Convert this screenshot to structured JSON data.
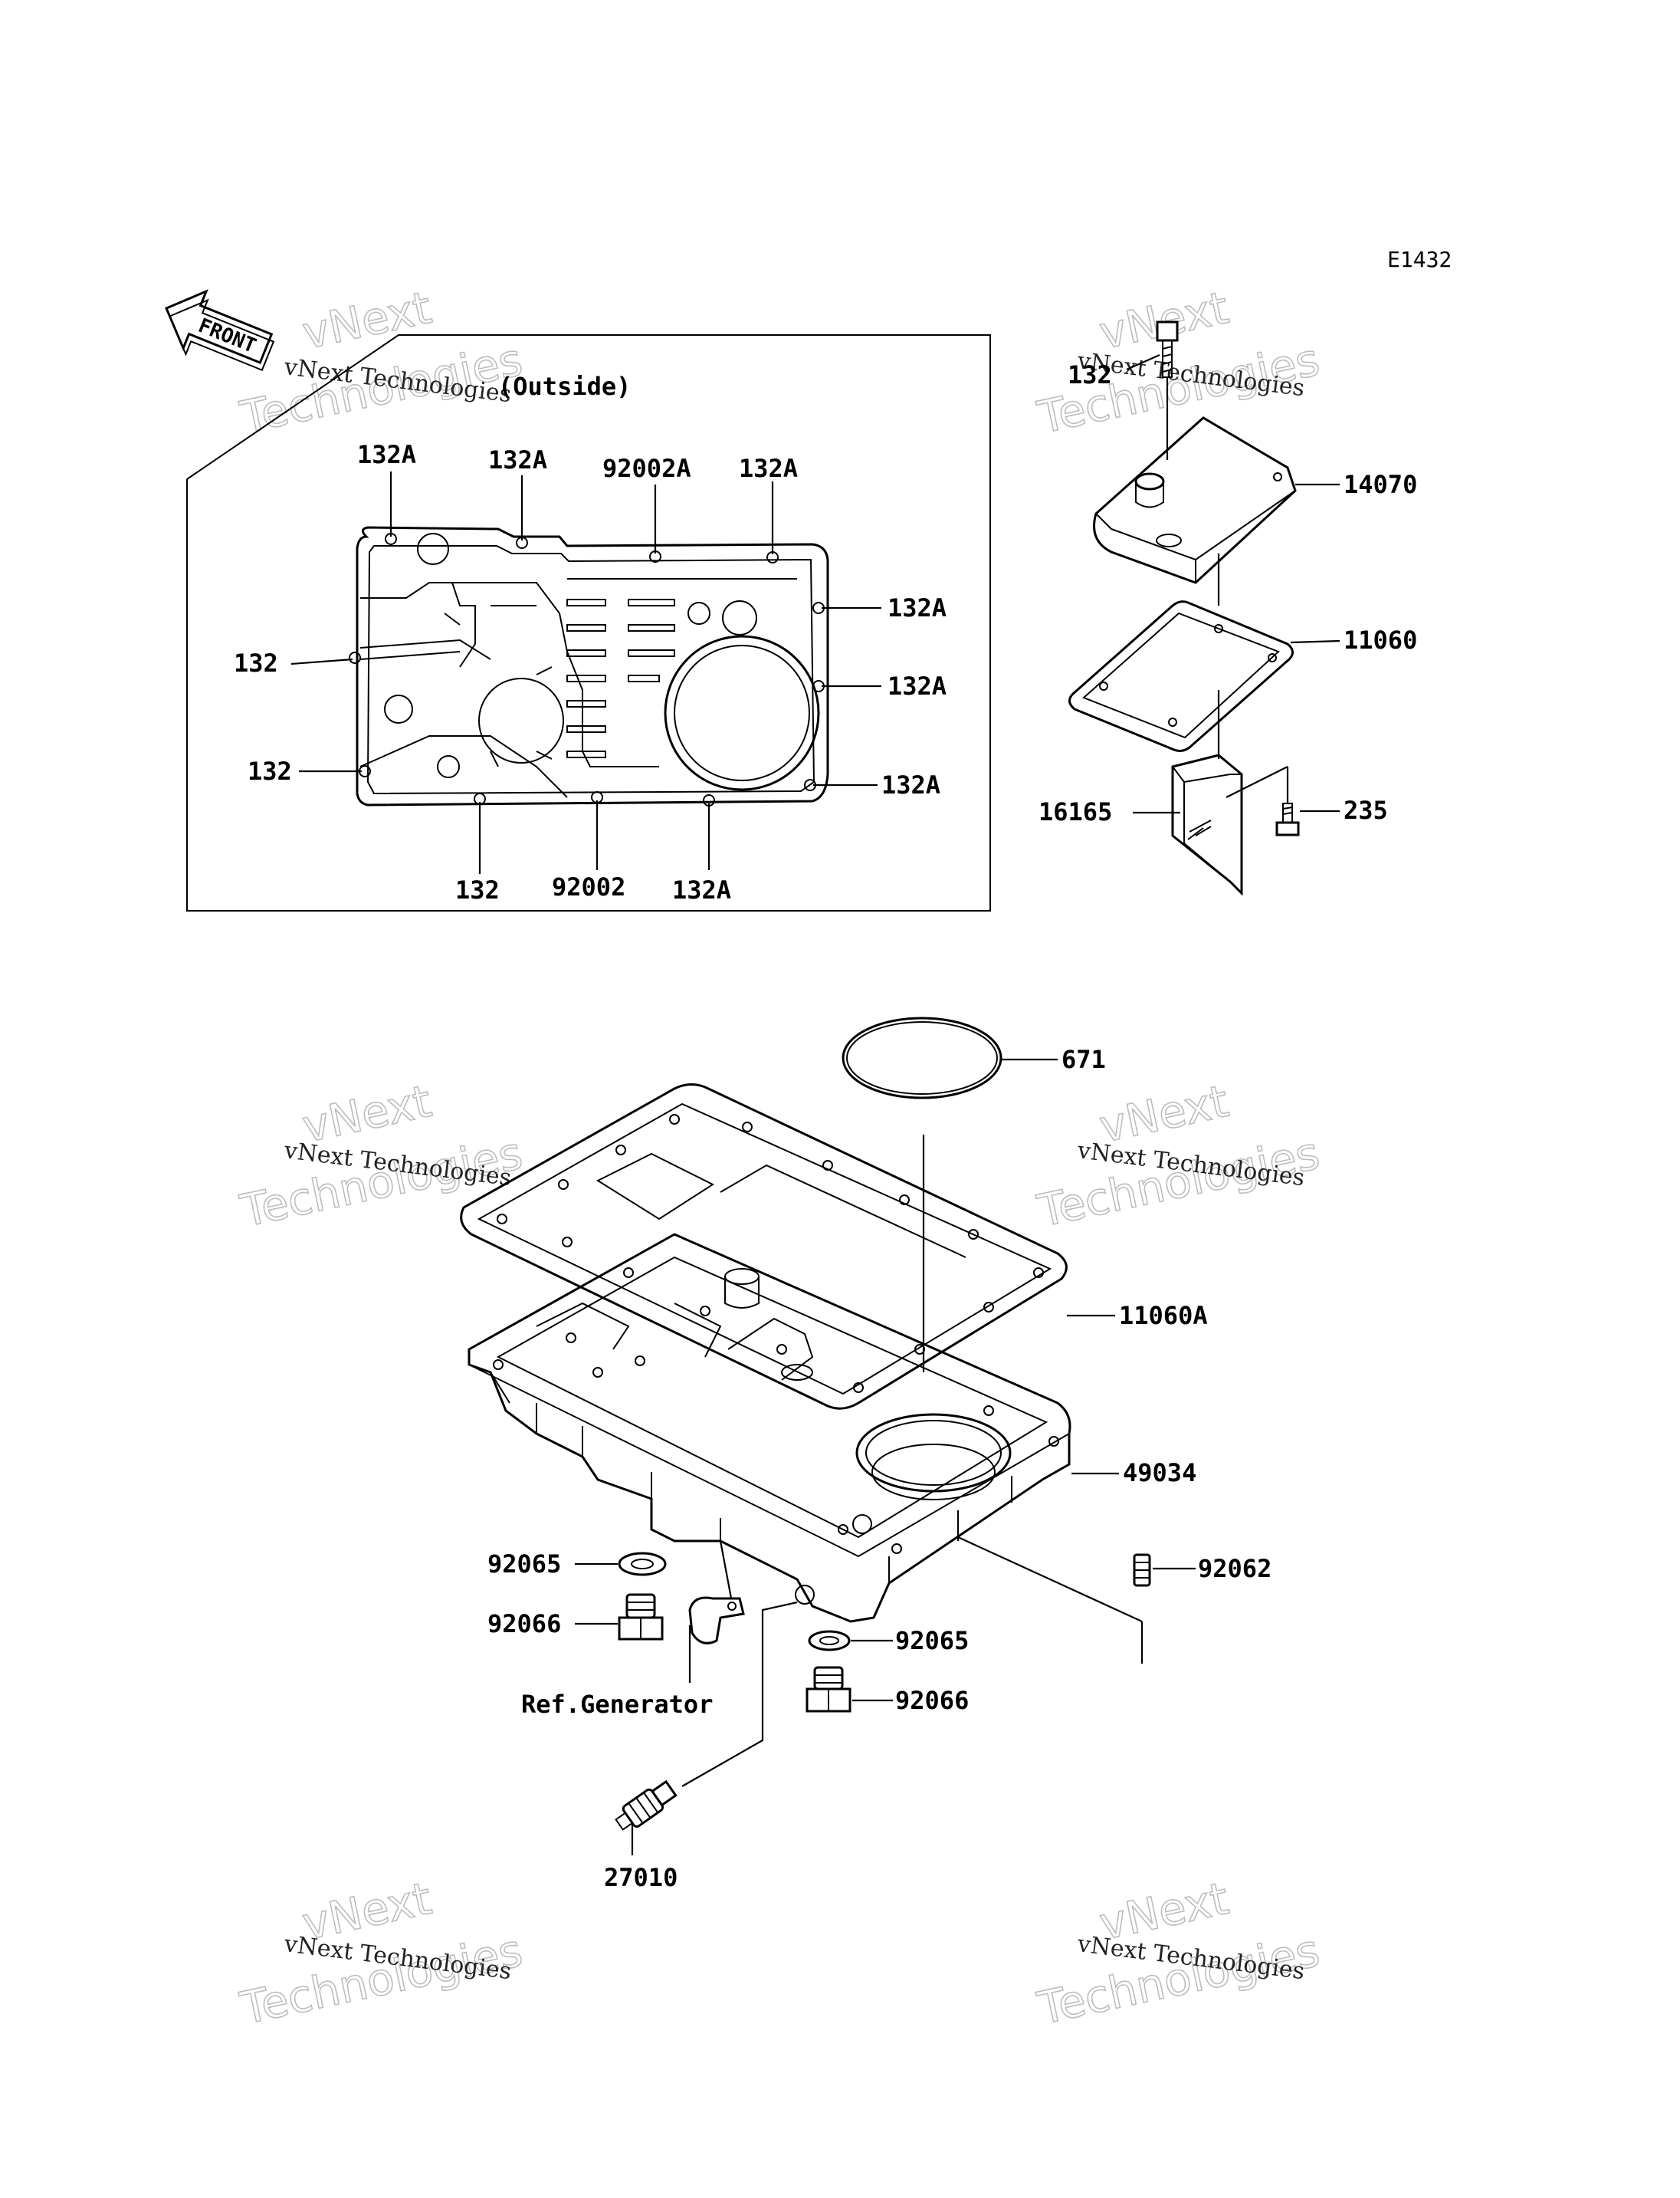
{
  "diagram_code": "E1432",
  "front_label": "FRONT",
  "inset_title": "(Outside)",
  "watermark": {
    "line1": "vNext",
    "line2": "Technologies",
    "caption": "vNext Technologies"
  },
  "inset_labels": {
    "top_1": "132A",
    "top_2": "132A",
    "top_3": "92002A",
    "top_4": "132A",
    "right_1": "132A",
    "right_2": "132A",
    "right_3": "132A",
    "left_1": "132",
    "left_2": "132",
    "bottom_1": "132",
    "bottom_2": "92002",
    "bottom_3": "132A"
  },
  "upper_right_labels": {
    "bolt": "132",
    "cover": "14070",
    "gasket": "11060",
    "plate": "16165",
    "screw": "235"
  },
  "main_labels": {
    "o_ring": "671",
    "pan_gasket": "11060A",
    "oil_pan": "49034",
    "washer_left": "92065",
    "plug_left": "92066",
    "ref_generator": "Ref.Generator",
    "pin": "92062",
    "washer_right": "92065",
    "plug_right": "92066",
    "switch": "27010"
  }
}
